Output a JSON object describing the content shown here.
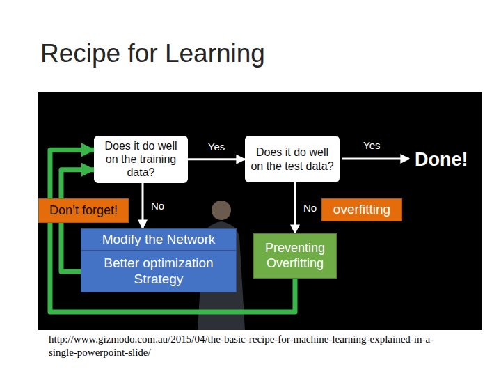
{
  "diagram": {
    "title": "Recipe for Learning",
    "caption": "http://www.gizmodo.com.au/2015/04/the-basic-recipe-for-machine-learning-explained-in-a-single-powerpoint-slide/",
    "nodes": [
      {
        "text": [
          "Does it do well on the training data?"
        ]
      },
      {
        "text": [
          "Does it do well on the test data?"
        ]
      },
      {
        "text": [
          "Don’t forget!"
        ]
      },
      {
        "text": [
          "overfitting"
        ]
      },
      {
        "text": [
          "Modify the Network"
        ]
      },
      {
        "text": [
          "Better optimization Strategy"
        ]
      },
      {
        "text": [
          "Preventing Overfitting"
        ]
      }
    ],
    "edges": [
      {
        "from": 0,
        "to": 1,
        "label": "Yes",
        "arrow": "to"
      },
      {
        "from": 0,
        "to": 4,
        "label": "No",
        "arrow": "to"
      },
      {
        "from": 1,
        "to": 6,
        "label": "No",
        "arrow": "to"
      },
      {
        "from": 5,
        "to": 0,
        "arrow": "to"
      },
      {
        "from": 6,
        "to": 0,
        "arrow": "to"
      }
    ],
    "labels": [
      "Yes",
      "Done!"
    ]
  }
}
